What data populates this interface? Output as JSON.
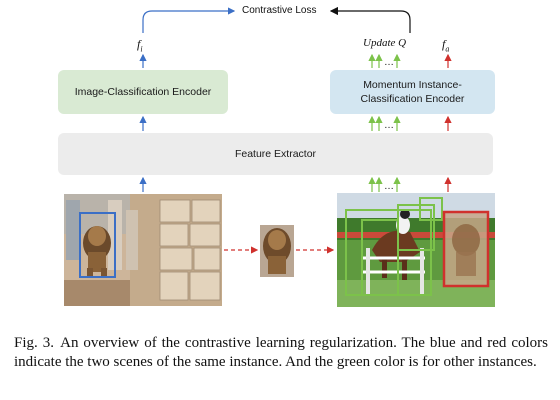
{
  "figure": {
    "contrastive_loss": "Contrastive Loss",
    "f_i": "f",
    "f_i_sub": "i",
    "update_q": "Update Q",
    "f_a": "f",
    "f_a_sub": "a",
    "ellipsis": "…",
    "image_encoder": "Image-Classification Encoder",
    "momentum_encoder": "Momentum Instance-Classification Encoder",
    "feature_extractor": "Feature Extractor",
    "colors": {
      "blue": "#3b6fc6",
      "red": "#d0312d",
      "green": "#7cc24a",
      "image_encoder_bg": "#d9ead3",
      "momentum_encoder_bg": "#d3e6f1",
      "feature_extractor_bg": "#ececec"
    }
  },
  "caption": {
    "fig_number": "Fig. 3.",
    "text": "An overview of the contrastive learning regularization. The blue and red colors indicate the two scenes of the same instance. And the green color is for other instances."
  }
}
